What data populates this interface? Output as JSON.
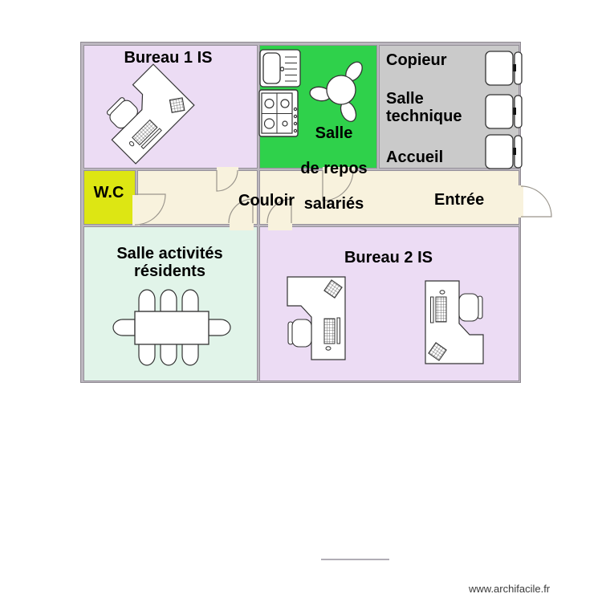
{
  "rooms": {
    "bureau1": {
      "label": "Bureau 1 IS",
      "color": "#ecdcf4"
    },
    "salle_repos": {
      "lines": [
        "Salle",
        "de repos",
        "salariés"
      ],
      "color": "#2fd14b"
    },
    "zone_technique": {
      "copieur": "Copieur",
      "salle_technique": "Salle technique",
      "accueil": "Accueil",
      "color": "#cacaca"
    },
    "wc": {
      "label": "W.C",
      "color": "#dde613"
    },
    "couloir": {
      "label": "Couloir",
      "color": "#f8f2dd"
    },
    "entree": {
      "label": "Entrée"
    },
    "salle_activites": {
      "label": "Salle activités résidents",
      "color": "#e1f4e9"
    },
    "bureau2": {
      "label": "Bureau 2 IS",
      "color": "#ecdcf4"
    }
  },
  "furniture": {
    "desks": [
      "l-desk-with-chair-bureau1",
      "l-desk-with-chair-bureau2-left",
      "l-desk-with-chair-bureau2-right"
    ],
    "kitchen": [
      "sink-icon",
      "stove-icon",
      "round-table-with-chairs-icon"
    ],
    "technique": [
      "cabinet-icon",
      "cabinet-icon",
      "cabinet-icon"
    ],
    "activities": [
      "meeting-table-icon",
      "chair-icon-x8"
    ]
  },
  "doors": [
    "wc-door",
    "bureau1-door",
    "activites-door",
    "bureau2-door",
    "salle-repos-door",
    "entrance-door"
  ],
  "walls": {
    "color": "#bcb7bf",
    "edge": "#8d8890"
  },
  "watermark": {
    "label": "www.archifacile.fr"
  }
}
